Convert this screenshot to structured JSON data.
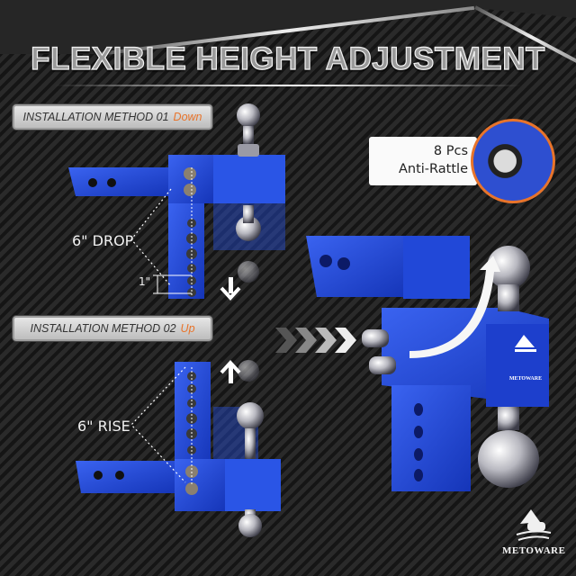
{
  "title": "FLEXIBLE HEIGHT ADJUSTMENT",
  "methods": [
    {
      "label": "INSTALLATION METHOD 01",
      "direction": "Down",
      "dimension": "6\" DROP",
      "increment": "1\"",
      "arrow": "down-arrow"
    },
    {
      "label": "INSTALLATION METHOD 02",
      "direction": "Up",
      "dimension": "6\" RISE",
      "arrow": "up-arrow"
    }
  ],
  "feature_callout": {
    "line1": "8 Pcs",
    "line2": "Anti-Rattle"
  },
  "brand": {
    "name": "METOWARE",
    "product_mark": "METOWARE"
  },
  "colors": {
    "hitch_blue": "#1f47d8",
    "accent_orange": "#e8742b",
    "label_bg": "#d4d4d4",
    "background": "#1c1c1c"
  },
  "icons": [
    "chevron-right-icon",
    "down-arrow-icon",
    "up-arrow-icon",
    "curved-arrow-icon",
    "metoware-logo-icon"
  ]
}
